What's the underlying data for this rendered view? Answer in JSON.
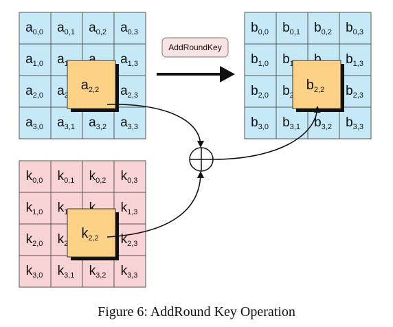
{
  "diagram": {
    "operation_label": "AddRoundKey",
    "matrices": [
      {
        "id": "a",
        "letter": "a",
        "fill": "#c6e9f7"
      },
      {
        "id": "b",
        "letter": "b",
        "fill": "#c6e9f7"
      },
      {
        "id": "k",
        "letter": "k",
        "fill": "#f8d3d3"
      }
    ],
    "highlight": {
      "row": 2,
      "col": 2,
      "fill": "#fcd386"
    },
    "operator_symbol": "⊕"
  },
  "caption": "Figure 6: AddRound Key Operation",
  "colors": {
    "state_fill": "#c6e9f7",
    "key_fill": "#f8d3d3",
    "highlight_fill": "#fcd386",
    "label_fill": "#f9e2e2",
    "grid_stroke": "#555555",
    "arrow": "#111111"
  }
}
